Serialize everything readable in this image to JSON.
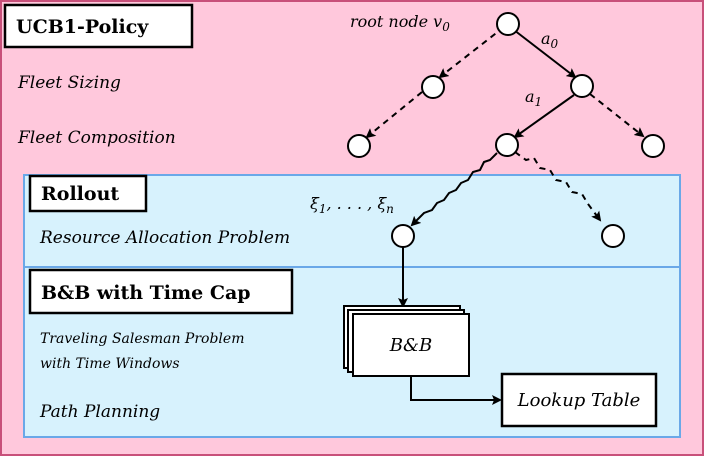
{
  "colors": {
    "outer_fill": "#ffc8dc",
    "outer_border": "#c8507a",
    "inner_fill": "#d7f2fd",
    "inner_border": "#6aa8e8"
  },
  "policy": {
    "title": "UCB1-Policy",
    "fleet_sizing": "Fleet Sizing",
    "fleet_composition": "Fleet Composition"
  },
  "rollout": {
    "title": "Rollout",
    "subtitle": "Resource Allocation Problem"
  },
  "bnb": {
    "title": "B&B with Time Cap",
    "tsp_line1": "Traveling Salesman Problem",
    "tsp_line2": "with Time Windows",
    "path_planning": "Path Planning",
    "stack_label": "B&B",
    "lookup_label": "Lookup Table"
  },
  "tree": {
    "root_label": "root node v",
    "root_sub": "0",
    "a0": "a",
    "a0_sub": "0",
    "a1": "a",
    "a1_sub": "1",
    "xi": "ξ",
    "xi_sub1": "1",
    "xi_mid": ", . . . , ξ",
    "xi_subn": "n"
  }
}
